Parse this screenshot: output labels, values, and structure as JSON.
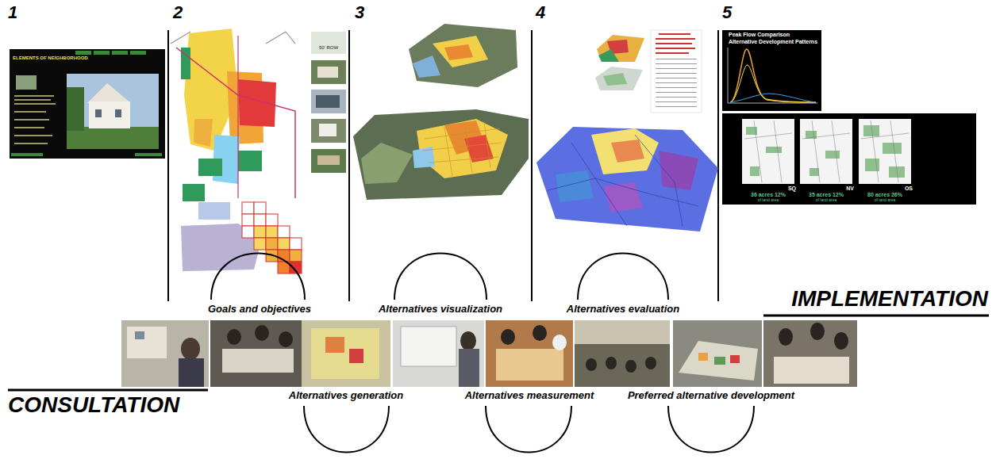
{
  "diagram": {
    "labels": [
      "1",
      "2",
      "3",
      "4",
      "5",
      "ELEMENTS OF NEIGHBORHOOD",
      "50' ROW",
      "Peak Flow Comparison",
      "Alternative Development Patterns",
      "SQ",
      "NV",
      "OS",
      "36 acres 12%",
      "of land area",
      "35 acres 12%",
      "of land area",
      "80 acres 26%",
      "of land area",
      "Goals and objectives",
      "Alternatives visualization",
      "Alternatives evaluation",
      "IMPLEMENTATION",
      "CONSULTATION",
      "Alternatives generation",
      "Alternatives measurement",
      "Preferred alternative development"
    ]
  }
}
